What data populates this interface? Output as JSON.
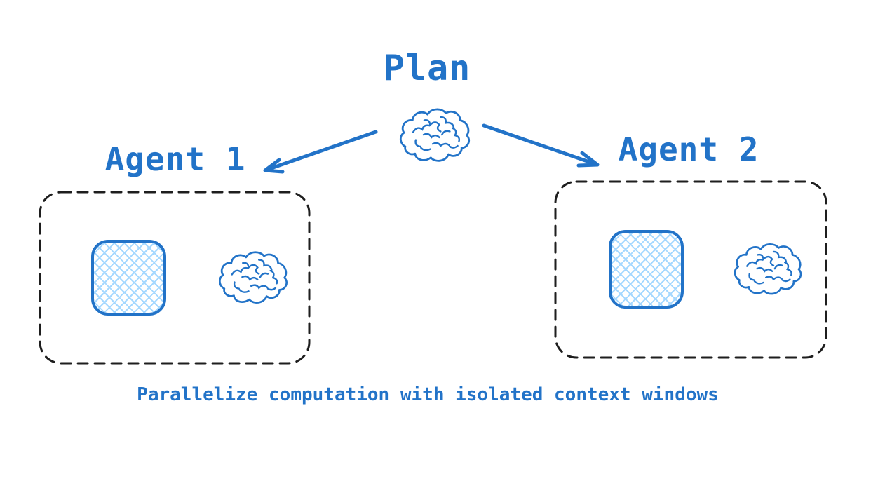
{
  "header": {
    "title": "Plan"
  },
  "agents": [
    {
      "label": "Agent 1"
    },
    {
      "label": "Agent 2"
    }
  ],
  "caption": "Parallelize computation with isolated context windows",
  "icons": {
    "plan": "brain-icon",
    "agent_model": "brain-icon",
    "agent_context": "crosshatch-context-window"
  },
  "colors": {
    "ink_blue": "#2273c8",
    "hatch_blue": "#a5d8ff",
    "outline_black": "#1e1e1e",
    "background": "#ffffff"
  }
}
